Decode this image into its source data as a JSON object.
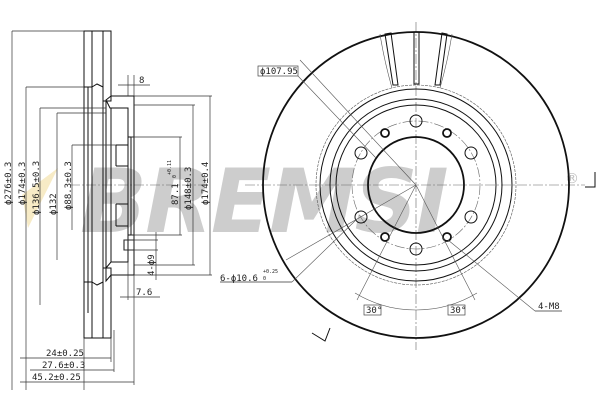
{
  "drawing": {
    "subject": "Ventilated brake disc",
    "watermark": {
      "text": "BREMSI",
      "registered_mark": "®",
      "color": "#bdbdbd",
      "accent": "#f5e6b8"
    },
    "section_view": {
      "diameter_labels": {
        "outer": "ϕ276±0.3",
        "hat_outer": "ϕ174±0.3",
        "hat_mid": "ϕ136.5±0.3",
        "inner_ring": "ϕ132",
        "center_bore": "ϕ88.3±0.3",
        "hub_pilot": "87.1",
        "hub_pilot_tol_upper": "+0.11",
        "hub_pilot_tol_lower": "0",
        "pcd_ring": "ϕ148±0.3",
        "hat_face": "ϕ174±0.4"
      },
      "thickness_labels": {
        "hat_wall": "8",
        "hole_pattern": "4-ϕ9",
        "flange": "7.6",
        "disc_min": "24±0.25",
        "disc_nominal": "27.6±0.3",
        "overall_height": "45.2±0.25"
      }
    },
    "front_view": {
      "callouts": {
        "bolt_circle": "ϕ107.95",
        "wheel_holes": "6-ϕ10.6",
        "wheel_holes_tol_upper": "+0.25",
        "wheel_holes_tol_lower": "0",
        "threaded_holes": "4-M8",
        "angle_left": "30°",
        "angle_right": "30°"
      }
    }
  }
}
